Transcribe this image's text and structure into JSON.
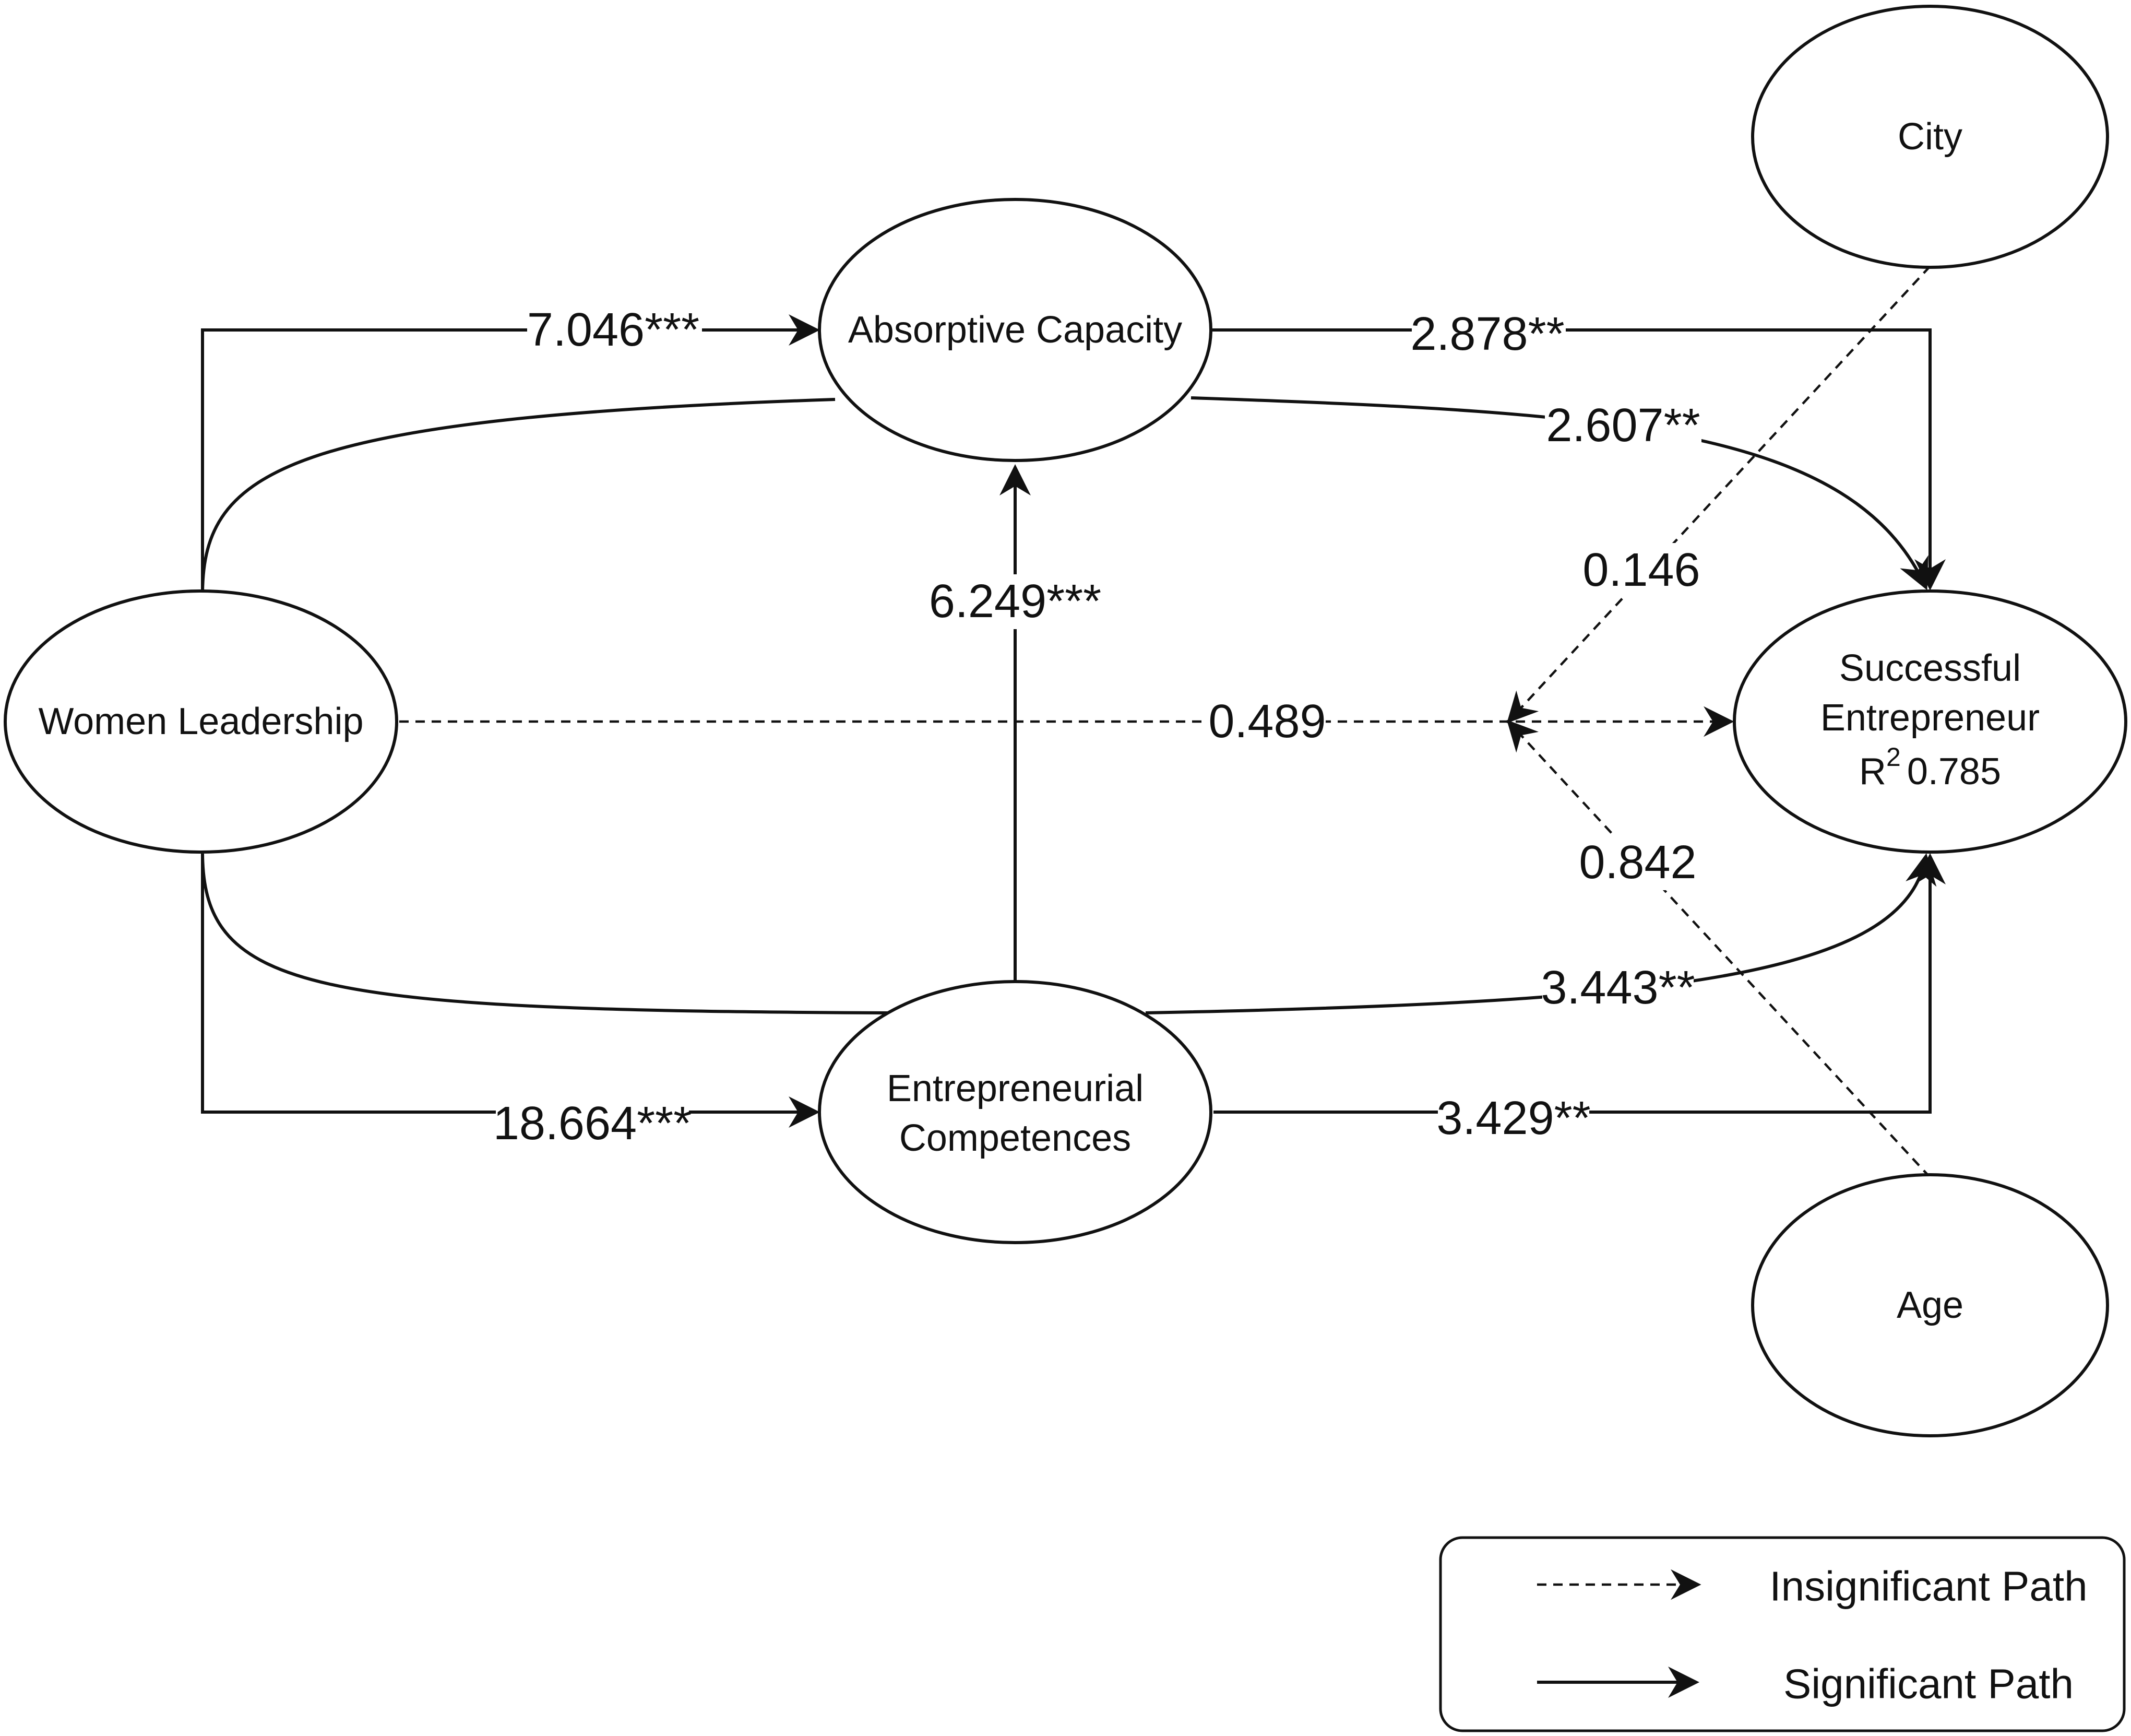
{
  "nodes": {
    "women_leadership": "Women Leadership",
    "absorptive_capacity": "Absorptive Capacity",
    "entrepreneurial_competences": [
      "Entrepreneurial",
      "Competences"
    ],
    "successful_entrepreneur": [
      "Successful",
      "Entrepreneur"
    ],
    "r2_symbol": "R",
    "r2_superscript": "2",
    "r2_value": "0.785",
    "city": "City",
    "age": "Age"
  },
  "paths": {
    "wl_to_ac": "7.046***",
    "ac_to_se": "2.878**",
    "ac_curve_to_se": "2.607**",
    "ec_to_ac": "6.249***",
    "city_moderation": "0.146",
    "wl_to_se": "0.489",
    "age_moderation": "0.842",
    "ec_curve_to_se": "3.443**",
    "wl_to_ec": "18.664***",
    "ec_to_se": "3.429**"
  },
  "legend": {
    "insignificant": "Insignificant Path",
    "significant": "Significant Path"
  }
}
